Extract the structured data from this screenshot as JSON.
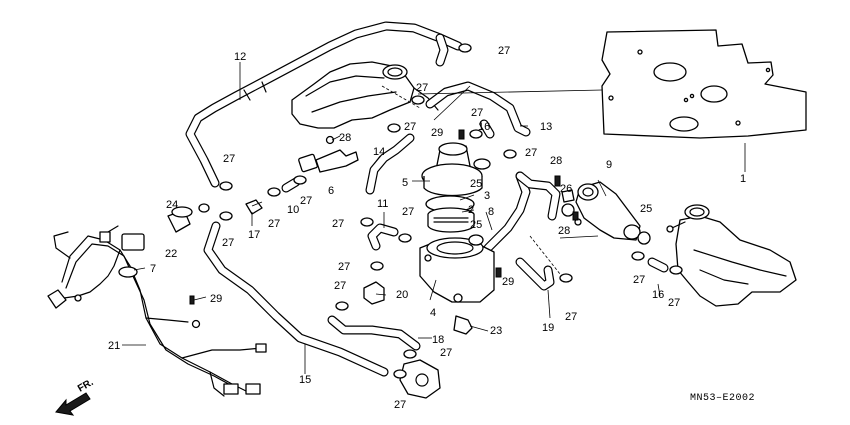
{
  "diagram": {
    "direction_label": "FR.",
    "drawing_code": "MN53–E2002",
    "callouts": [
      "1",
      "2",
      "3",
      "4",
      "5",
      "6",
      "7",
      "8",
      "9",
      "10",
      "11",
      "12",
      "13",
      "14",
      "15",
      "16",
      "17",
      "18",
      "19",
      "20",
      "21",
      "22",
      "23",
      "24",
      "25",
      "26",
      "27",
      "28",
      "29"
    ]
  },
  "labels": {
    "c27": "27",
    "c28": "28",
    "c29": "29",
    "c25": "25",
    "c26": "26",
    "c1": "1",
    "c2": "2",
    "c3": "3",
    "c4": "4",
    "c5": "5",
    "c6": "6",
    "c7": "7",
    "c8": "8",
    "c9": "9",
    "c10": "10",
    "c11": "11",
    "c12": "12",
    "c13": "13",
    "c14": "14",
    "c15": "15",
    "c16": "16",
    "c17": "17",
    "c18": "18",
    "c19": "19",
    "c20": "20",
    "c21": "21",
    "c22": "22",
    "c23": "23",
    "c24": "24"
  }
}
